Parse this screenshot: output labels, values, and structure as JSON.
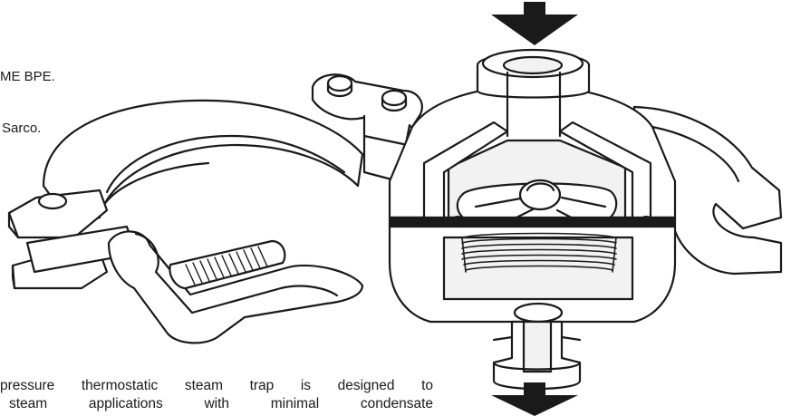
{
  "captions": {
    "top_line_1": "ME BPE.",
    "top_line_2": "Sarco.",
    "bottom_line_1": "pressure thermostatic steam trap is designed to",
    "bottom_line_2": "steam applications with minimal condensate"
  },
  "flow": {
    "inlet_arrow": "arrow-down",
    "outlet_arrow": "arrow-down"
  },
  "colors": {
    "line": "#1a1a1a",
    "fill": "#ffffff",
    "cutaway_shade": "#f2f2f2",
    "dark_fill": "#1a1a1a"
  }
}
